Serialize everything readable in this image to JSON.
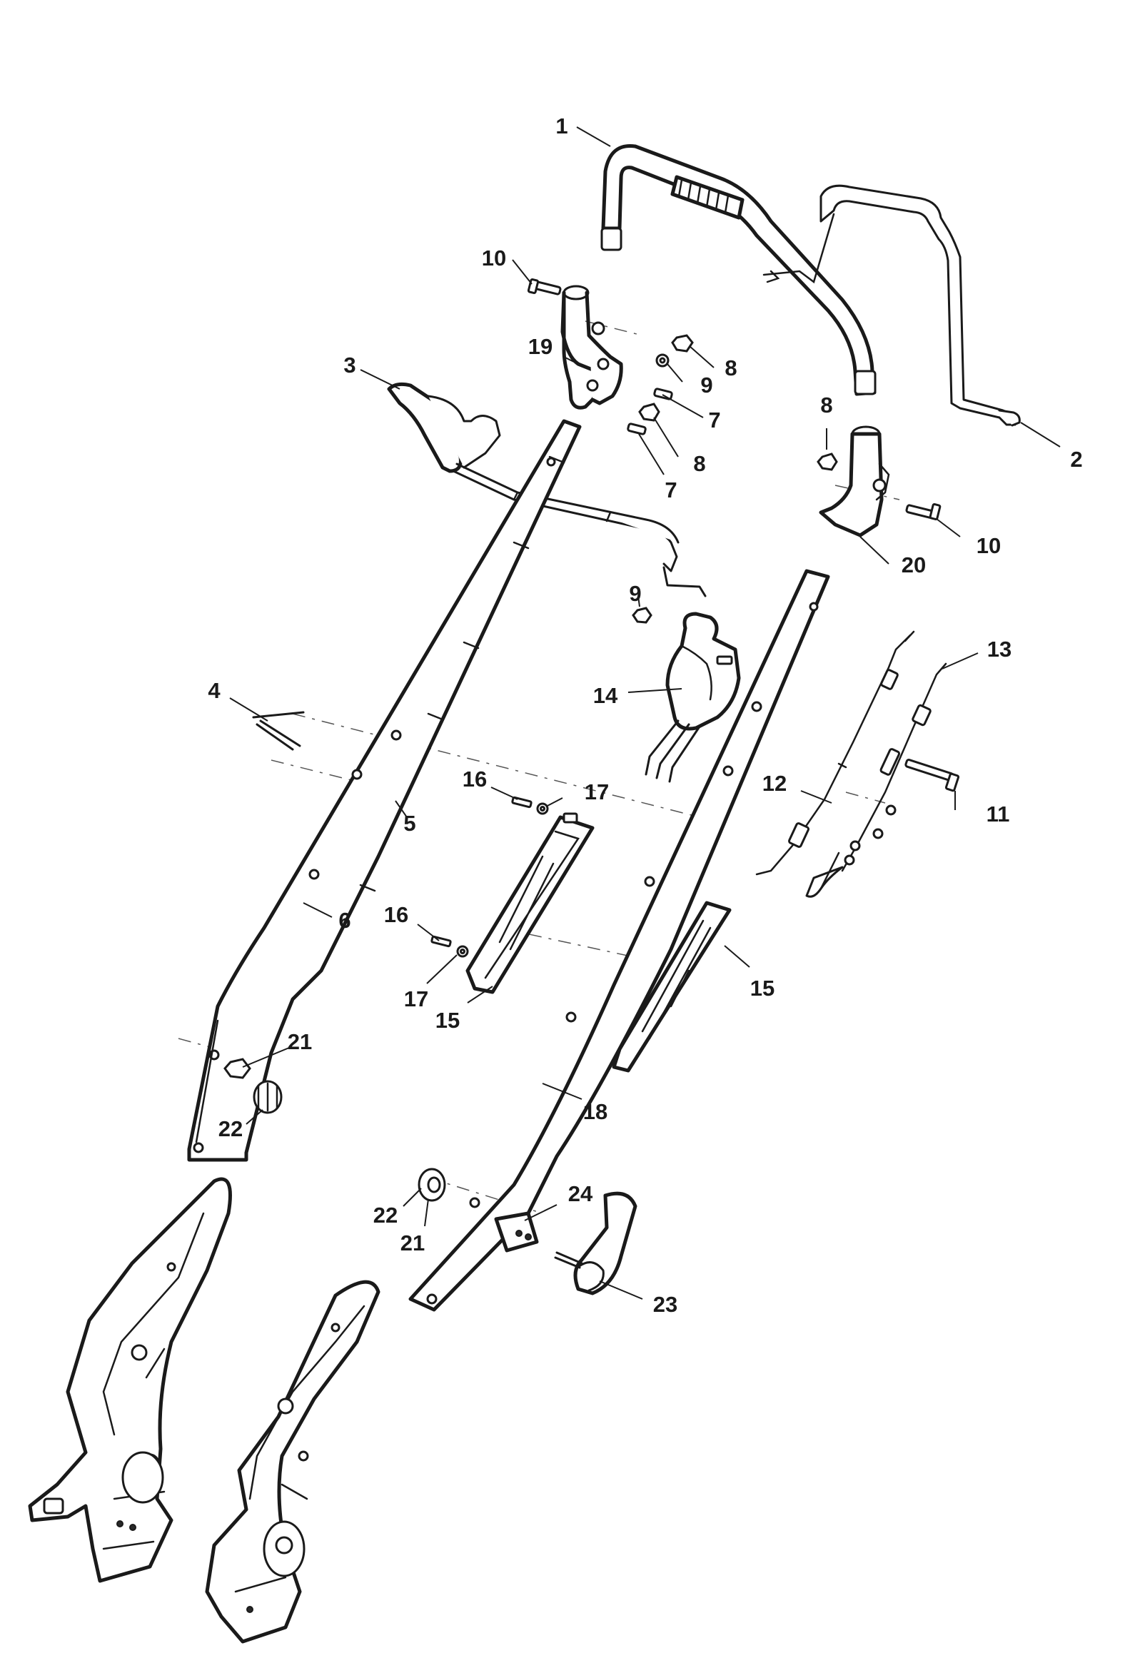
{
  "callouts": [
    {
      "id": "c1",
      "label": "1"
    },
    {
      "id": "c2",
      "label": "2"
    },
    {
      "id": "c3",
      "label": "3"
    },
    {
      "id": "c4",
      "label": "4"
    },
    {
      "id": "c5",
      "label": "5"
    },
    {
      "id": "c6",
      "label": "6"
    },
    {
      "id": "c7a",
      "label": "7"
    },
    {
      "id": "c7b",
      "label": "7"
    },
    {
      "id": "c8a",
      "label": "8"
    },
    {
      "id": "c8b",
      "label": "8"
    },
    {
      "id": "c8c",
      "label": "8"
    },
    {
      "id": "c9a",
      "label": "9"
    },
    {
      "id": "c9b",
      "label": "9"
    },
    {
      "id": "c10a",
      "label": "10"
    },
    {
      "id": "c10b",
      "label": "10"
    },
    {
      "id": "c11",
      "label": "11"
    },
    {
      "id": "c12",
      "label": "12"
    },
    {
      "id": "c13",
      "label": "13"
    },
    {
      "id": "c14",
      "label": "14"
    },
    {
      "id": "c15a",
      "label": "15"
    },
    {
      "id": "c15b",
      "label": "15"
    },
    {
      "id": "c16a",
      "label": "16"
    },
    {
      "id": "c16b",
      "label": "16"
    },
    {
      "id": "c17a",
      "label": "17"
    },
    {
      "id": "c17b",
      "label": "17"
    },
    {
      "id": "c18",
      "label": "18"
    },
    {
      "id": "c19",
      "label": "19"
    },
    {
      "id": "c20",
      "label": "20"
    },
    {
      "id": "c21a",
      "label": "21"
    },
    {
      "id": "c21b",
      "label": "21"
    },
    {
      "id": "c22a",
      "label": "22"
    },
    {
      "id": "c22b",
      "label": "22"
    },
    {
      "id": "c23",
      "label": "23"
    },
    {
      "id": "c24",
      "label": "24"
    }
  ]
}
